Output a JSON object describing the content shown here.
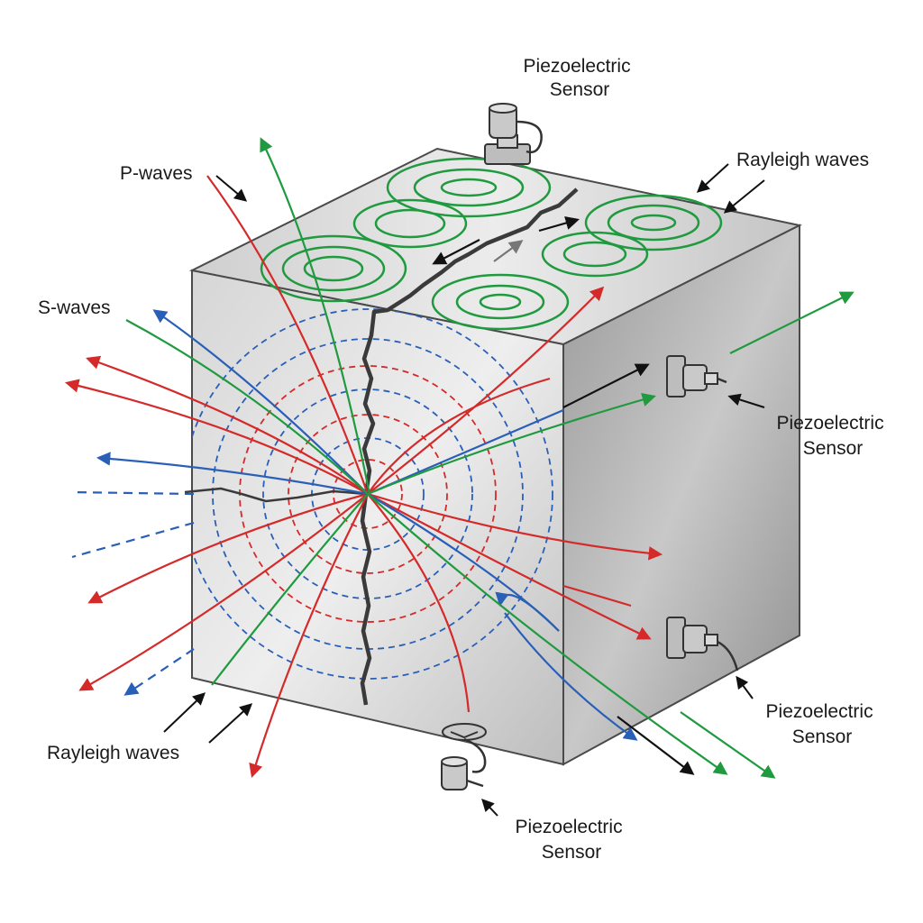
{
  "labels": {
    "sensor_top": [
      "Piezoelectric",
      "Sensor"
    ],
    "sensor_right_upper": [
      "Piezoelectric",
      "Sensor"
    ],
    "sensor_right_lower": [
      "Piezoelectric",
      "Sensor"
    ],
    "sensor_bottom": [
      "Piezoelectric",
      "Sensor"
    ],
    "p_waves": "P-waves",
    "s_waves": "S-waves",
    "rayleigh_top": "Rayleigh waves",
    "rayleigh_bottom": "Rayleigh waves"
  },
  "colors": {
    "p_wave": "#d42a2a",
    "s_wave": "#2a5fb8",
    "rayleigh": "#1f9a3e",
    "crack": "#3a3a3a",
    "face_front": "#c9c9c9",
    "face_top": "#dcdcdc",
    "face_right": "#a9a9a9"
  },
  "icons": {
    "sensor": "piezoelectric-sensor-icon",
    "arrow": "arrow-icon"
  }
}
